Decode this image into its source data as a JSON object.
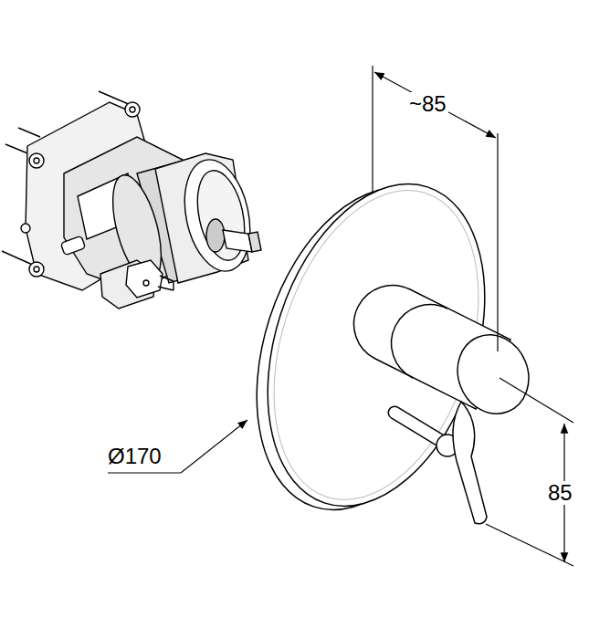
{
  "diagram": {
    "labels": [
      "~85",
      "Ø170",
      "85"
    ]
  }
}
